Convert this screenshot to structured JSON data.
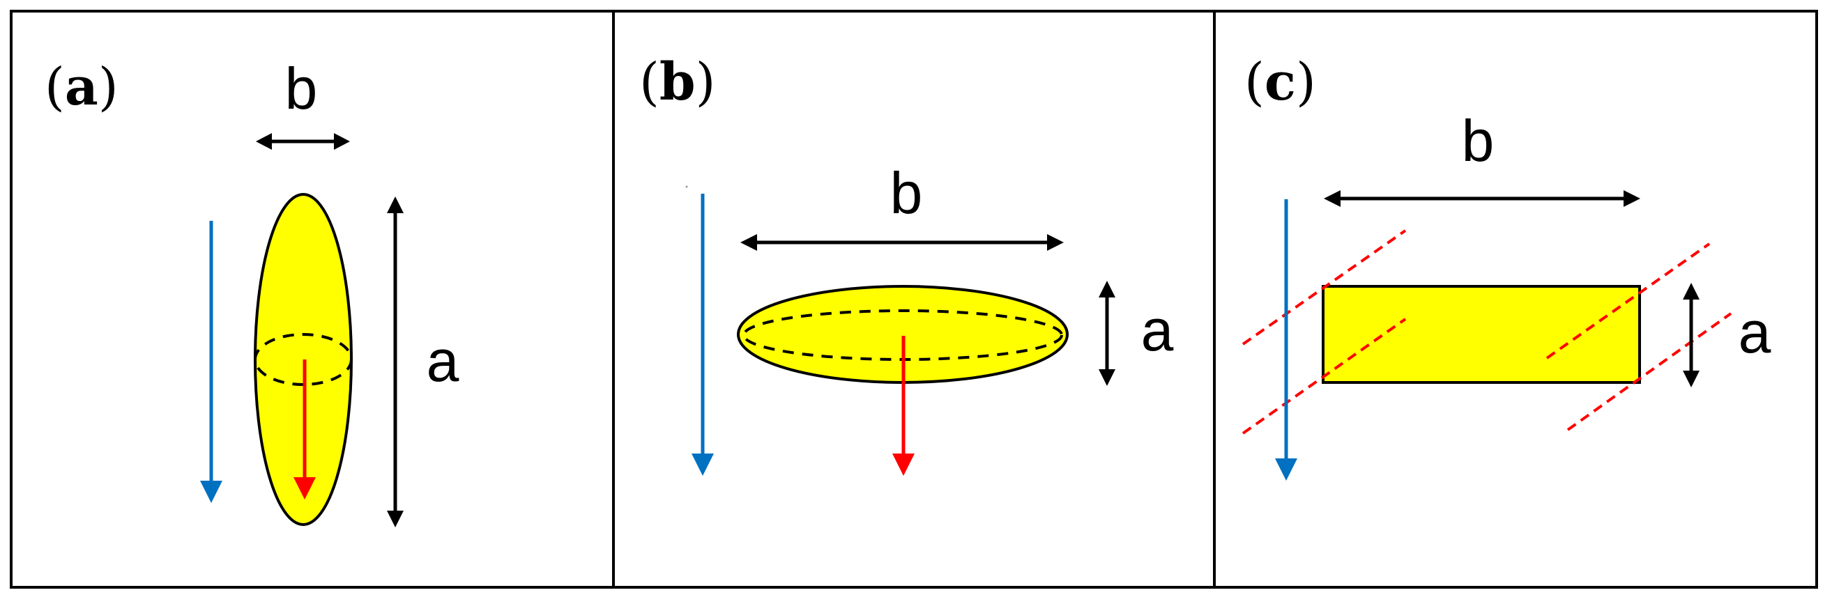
{
  "figure": {
    "colors": {
      "frame": "#000000",
      "particle_fill": "#FFFF00",
      "flow_arrow": "#0070C0",
      "velocity_arrow": "#FF0000",
      "cut_lines": "#FF0000",
      "dimension_arrows": "#000000"
    },
    "panels": [
      {
        "id": "a",
        "label_open": "(",
        "label_letter": "a",
        "label_close": ")",
        "shape": "prolate ellipsoid (vertical)",
        "dim_b": "b",
        "dim_a": "a"
      },
      {
        "id": "b",
        "label_open": "(",
        "label_letter": "b",
        "label_close": ")",
        "shape": "oblate ellipsoid (horizontal)",
        "dim_b": "b",
        "dim_a": "a"
      },
      {
        "id": "c",
        "label_open": "(",
        "label_letter": "c",
        "label_close": ")",
        "shape": "rectangular plate",
        "dim_b": "b",
        "dim_a": "a"
      }
    ]
  }
}
